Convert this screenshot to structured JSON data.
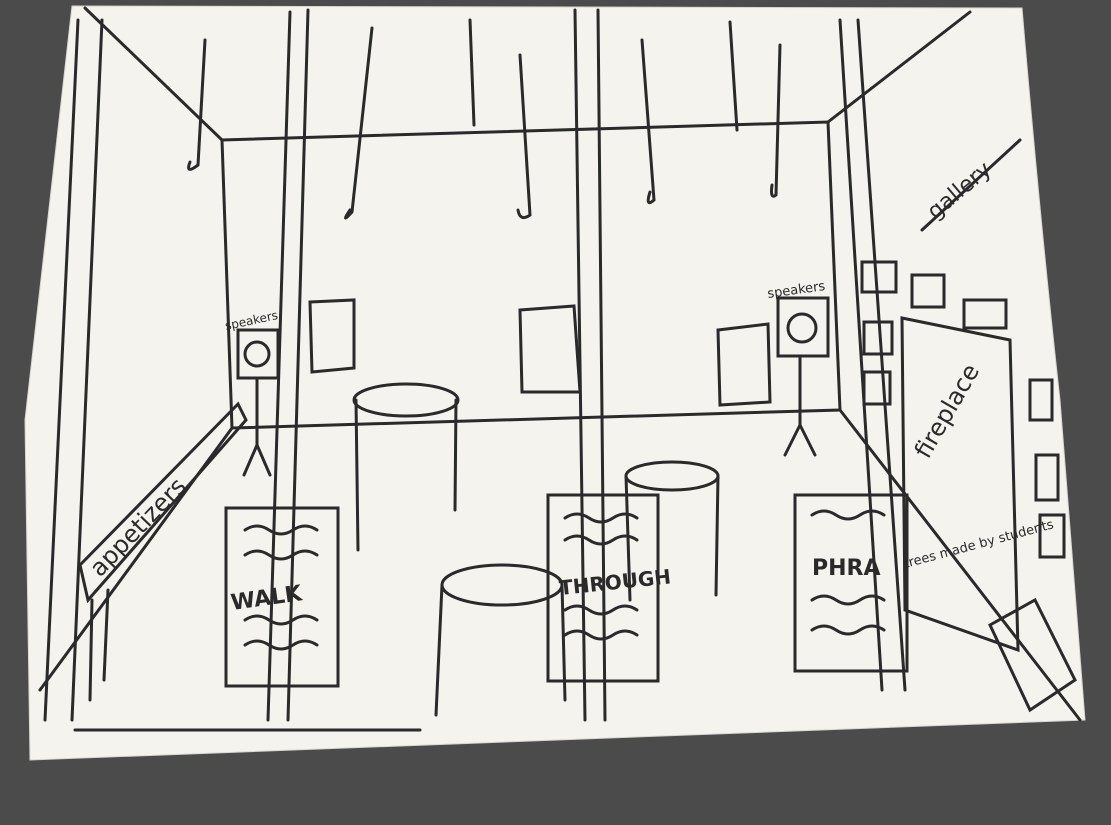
{
  "photo": {
    "surface_color": "#4b4b4b",
    "paper_color": "#f5f3ee",
    "ink_color": "#2a2a2a"
  },
  "sketch_labels": {
    "gallery": "gallery",
    "speakers_left": "speakers",
    "speakers_right": "speakers",
    "appetizers": "appetizers",
    "fireplace": "fireplace",
    "poster_1": "WALK",
    "poster_2": "THROUGH",
    "poster_3": "PHRA",
    "note_made_by_students": "trees made by students"
  }
}
